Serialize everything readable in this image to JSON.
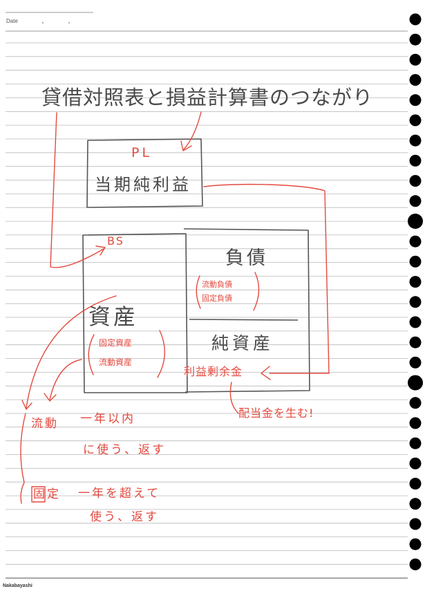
{
  "header": {
    "date_label": "Date"
  },
  "title": "貸借対照表と損益計算書のつながり",
  "pl_box": {
    "label": "PL",
    "item": "当期純利益"
  },
  "bs": {
    "label": "BS",
    "assets": {
      "title": "資産",
      "items": [
        "固定資産",
        "流動資産"
      ]
    },
    "liabilities": {
      "title": "負債",
      "items": [
        "流動負債",
        "固定負債"
      ]
    },
    "net_assets": {
      "title": "純資産",
      "item": "利益剰余金"
    }
  },
  "dividend_note": "配当金を生む!",
  "notes": [
    {
      "term": "流動",
      "lines": [
        "一年以内",
        "に使う、返す"
      ]
    },
    {
      "term": "固定",
      "lines": [
        "一年を超えて",
        "使う、返す"
      ]
    }
  ],
  "footer": {
    "brand": "Nakabayashi"
  },
  "colors": {
    "pencil": "#4a4a4a",
    "red_pen": "#e34a3f",
    "rule": "#b9b9b9",
    "binder_hole": "#000000"
  }
}
